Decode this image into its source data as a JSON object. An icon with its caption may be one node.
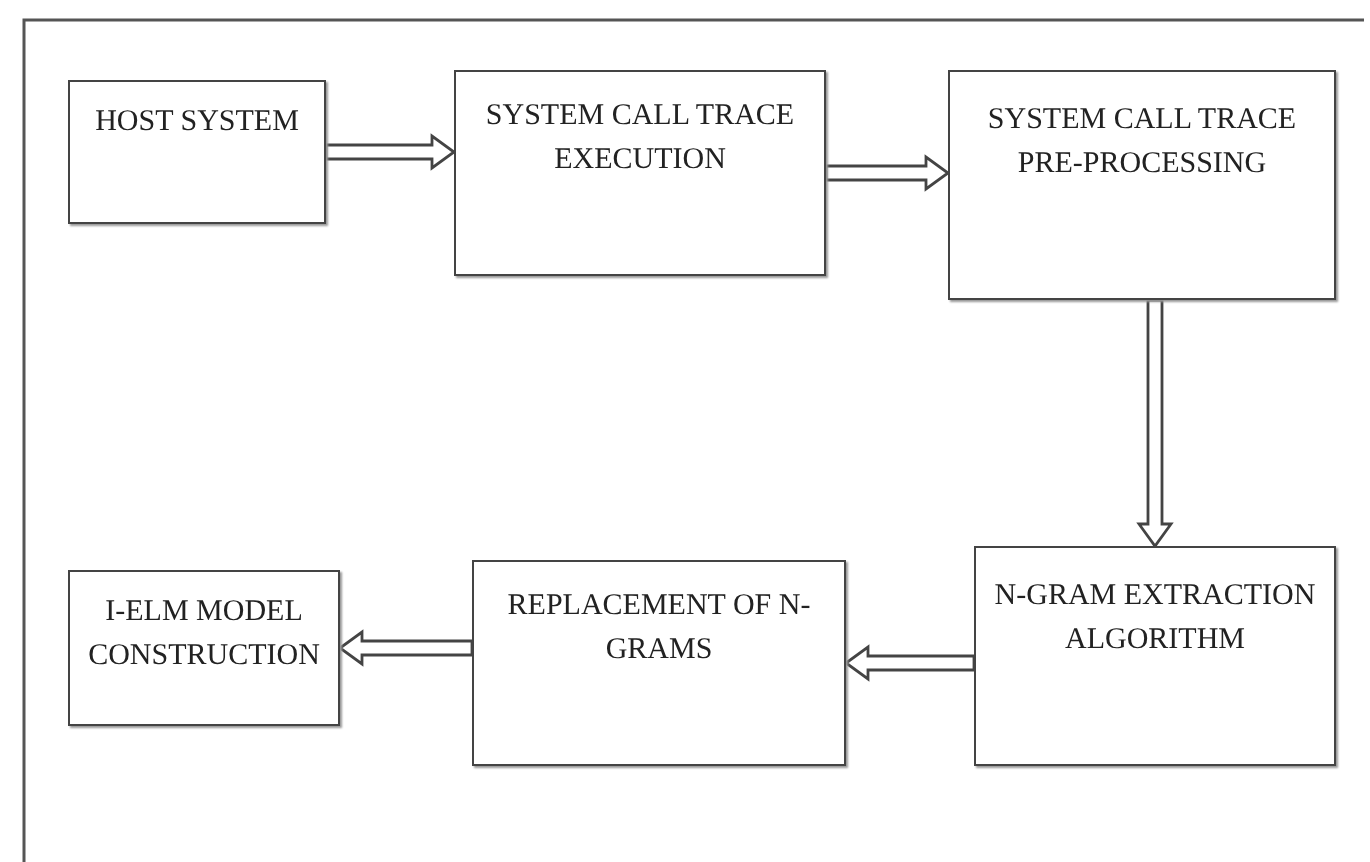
{
  "diagram": {
    "nodes": [
      {
        "text": [
          "HOST SYSTEM"
        ]
      },
      {
        "text": [
          "SYSTEM CALL TRACE EXECUTION"
        ]
      },
      {
        "text": [
          "SYSTEM CALL TRACE PRE-PROCESSING"
        ]
      },
      {
        "text": [
          "N-GRAM EXTRACTION ALGORITHM"
        ]
      },
      {
        "text": [
          "REPLACEMENT OF N-GRAMS"
        ]
      },
      {
        "text": [
          "I-ELM MODEL CONSTRUCTION"
        ]
      }
    ],
    "edges": [
      {
        "from": 0,
        "to": 1,
        "arrow": "to"
      },
      {
        "from": 1,
        "to": 2,
        "arrow": "to"
      },
      {
        "from": 2,
        "to": 3,
        "arrow": "to"
      },
      {
        "from": 3,
        "to": 4,
        "arrow": "to"
      },
      {
        "from": 4,
        "to": 5,
        "arrow": "to"
      }
    ]
  }
}
